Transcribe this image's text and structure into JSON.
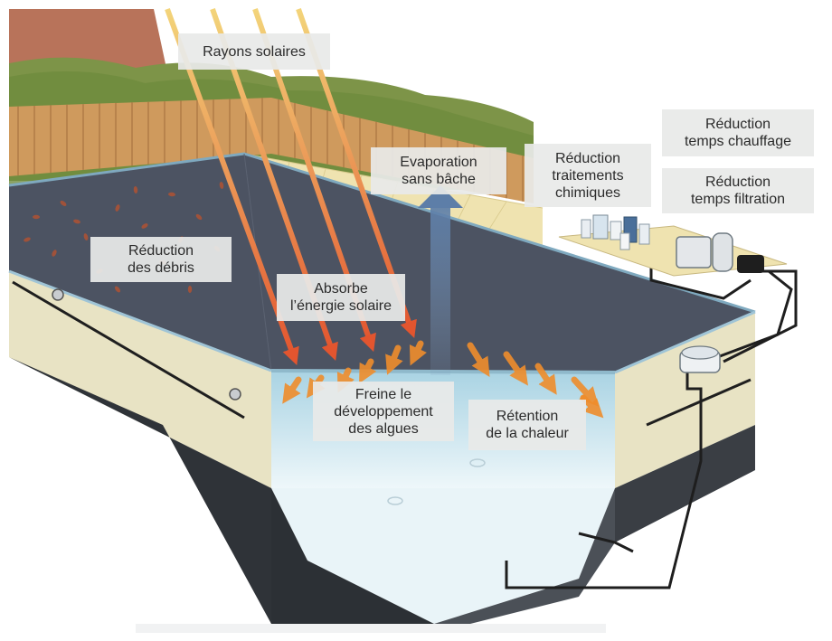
{
  "labels": {
    "rayons": "Rayons solaires",
    "evaporation": [
      "Evaporation",
      "sans bâche"
    ],
    "traitements": [
      "Réduction",
      "traitements",
      "chimiques"
    ],
    "chauffage": [
      "Réduction",
      "temps chauffage"
    ],
    "filtration": [
      "Réduction",
      "temps filtration"
    ],
    "debris": [
      "Réduction",
      "des débris"
    ],
    "absorbe": [
      "Absorbe",
      "l’énergie solaire"
    ],
    "algues": [
      "Freine le",
      "développement",
      "des algues"
    ],
    "chaleur": [
      "Rétention",
      "de la chaleur"
    ]
  },
  "icons": [
    "sun-ray-arrow-icon",
    "evaporation-arrow-icon",
    "heat-flow-arrow-icon",
    "pool-pump-icon",
    "chemical-bottles-icon",
    "skimmer-icon"
  ],
  "colors": {
    "sky": "#ffffff",
    "tree": "#b8735a",
    "hedge": "#6e8b3d",
    "fence": "#c9935a",
    "deck": "#efe3b0",
    "cover": "#4a5160",
    "pool_wall": "#e8e3c4",
    "water": "#cfe6ef",
    "ray": "#e8763a",
    "heat": "#ef9a3a",
    "evaporation": "#7f9bbd",
    "label_bg": "#e8e9e8"
  }
}
